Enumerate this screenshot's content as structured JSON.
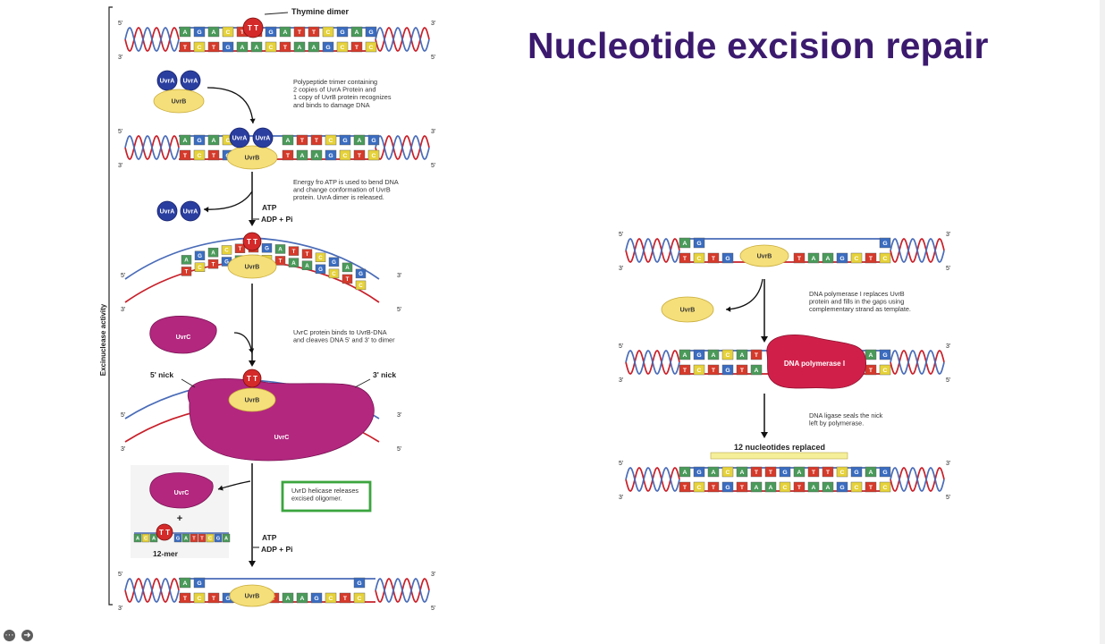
{
  "slide_title": "Nucleotide excision repair",
  "colors": {
    "title": "#3b1a6e",
    "strand_red": "#c8202a",
    "strand_blue": "#4a6cb8",
    "uvra": "#2a3ea0",
    "uvrb": "#f5df7a",
    "uvrc": "#b3277f",
    "dna_polymerase": "#d0204a",
    "highlight_box": "#3ba53e"
  },
  "base_colors": {
    "A": "#4a9a5a",
    "T": "#d63a2a",
    "G": "#3a6cc0",
    "C": "#e6d23a"
  },
  "labels": {
    "thymine_dimer": "Thymine dimer",
    "exo_activity": "Excinuclease activity",
    "five": "5'",
    "three": "3'",
    "tt": "T T",
    "uvra": "UvrA",
    "uvrb": "UvrB",
    "uvrc": "UvrC",
    "atp": "ATP",
    "adp": "ADP + Pi",
    "nick5": "5' nick",
    "nick3": "3' nick",
    "plus": "+",
    "mer12": "12-mer",
    "polI": "DNA polymerase I",
    "replaced": "12 nucleotides replaced"
  },
  "notes": {
    "n1": [
      "Polypeptide trimer containing",
      "2 copies of UvrA Protein and",
      "1 copy of UvrB protein recognizes",
      "and binds to damage DNA"
    ],
    "n2": [
      "Energy fro ATP is used to bend DNA",
      "and change conformation of UvrB",
      "protein. UvrA dimer is released."
    ],
    "n3": [
      "UvrC protein binds to UvrB-DNA",
      "and cleaves DNA 5' and 3' to dimer"
    ],
    "n4": [
      "UvrD helicase releases",
      "excised oligomer."
    ],
    "n5": [
      "DNA polymerase I replaces UvrB",
      "protein and fills in the gaps using",
      "complementary strand as template."
    ],
    "n6": [
      "DNA ligase seals the nick",
      "left by polymerase."
    ]
  },
  "strands": {
    "full_top": "AGACTTGATTCGAG",
    "full_bottom": "TCTGAACTAAGCTC",
    "full_bottom_right": "TCTGTAACTAAGCTC",
    "full_top_right": "AGACATTGATTCGAG",
    "gap_left_top": "AG",
    "gap_left_bottom": "TCTG",
    "gap_right_top": "G",
    "gap_right_bottom": "TAAGCTC",
    "oligo": "ACATTGATTCGA"
  }
}
